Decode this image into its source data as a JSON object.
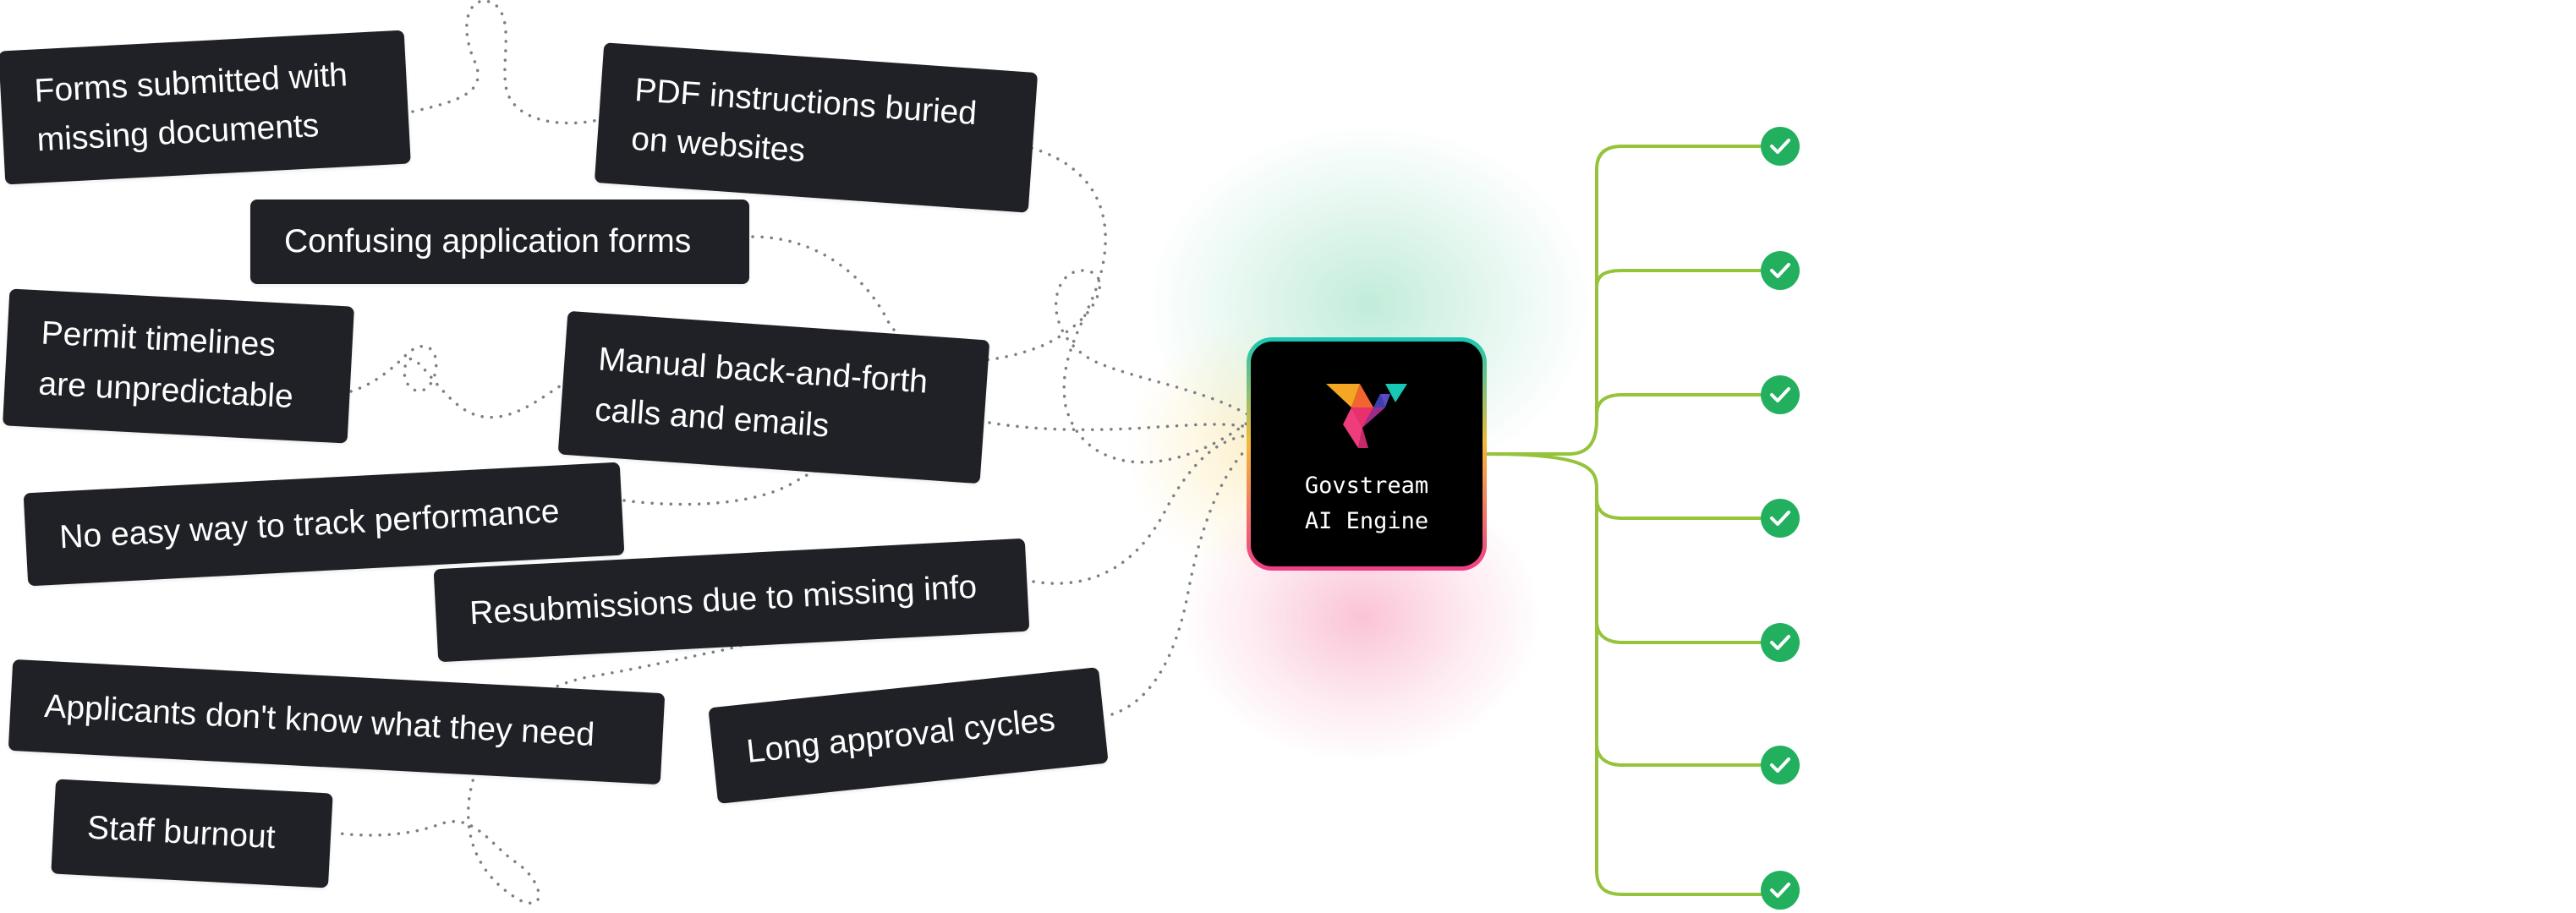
{
  "problems": [
    "Forms submitted with\nmissing documents",
    "PDF instructions buried\non websites",
    "Confusing application forms",
    "Permit timelines\nare unpredictable",
    "Manual back-and-forth\ncalls and emails",
    "No easy way to track performance",
    "Resubmissions due to missing info",
    "Applicants don't know what they need",
    "Long approval cycles",
    "Staff burnout"
  ],
  "engine": {
    "label": "Govstream\nAI Engine"
  },
  "outcomes_count_visible": 7,
  "colors": {
    "tag_background": "#1f2126",
    "tag_text": "#ffffff",
    "engine_background": "#000000",
    "engine_border_top": "#19c7b5",
    "engine_border_middle": "#f2b93a",
    "engine_border_bottom": "#f03e8a",
    "branch_line": "#95c33a",
    "check_badge": "#22b05f",
    "dotted_wire": "#7a7f88"
  }
}
